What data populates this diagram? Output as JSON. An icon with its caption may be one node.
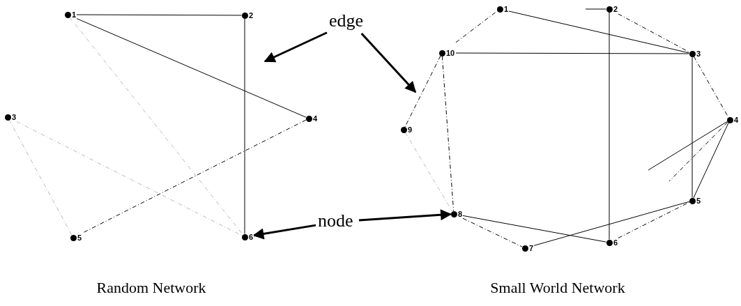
{
  "diagram": {
    "nodes": [
      {
        "text": [
          "1"
        ]
      },
      {
        "text": [
          "2"
        ]
      },
      {
        "text": [
          "3"
        ]
      },
      {
        "text": [
          "4"
        ]
      },
      {
        "text": [
          "5"
        ]
      },
      {
        "text": [
          "6"
        ]
      },
      {
        "text": [
          "1"
        ]
      },
      {
        "text": [
          "2"
        ]
      },
      {
        "text": [
          "3"
        ]
      },
      {
        "text": [
          "4"
        ]
      },
      {
        "text": [
          "5"
        ]
      },
      {
        "text": [
          "6"
        ]
      },
      {
        "text": [
          "7"
        ]
      },
      {
        "text": [
          "8"
        ]
      },
      {
        "text": [
          "9"
        ]
      },
      {
        "text": [
          "10"
        ]
      },
      {
        "text": [
          "edge"
        ]
      },
      {
        "text": [
          "node"
        ]
      }
    ],
    "edges": [
      {
        "from": 0,
        "to": 1,
        "arrow": "none"
      },
      {
        "from": 1,
        "to": 5,
        "arrow": "none"
      },
      {
        "from": 0,
        "to": 3,
        "arrow": "none"
      },
      {
        "from": 3,
        "to": 4,
        "arrow": "none",
        "style": "dashed"
      },
      {
        "from": 2,
        "to": 5,
        "arrow": "none",
        "style": "dashed",
        "color": "#bbbbbb"
      },
      {
        "from": 4,
        "to": 2,
        "arrow": "none",
        "style": "dashed",
        "color": "#bbbbbb"
      },
      {
        "from": 0,
        "to": 5,
        "arrow": "none",
        "style": "dashed",
        "color": "#bbbbbb"
      },
      {
        "from": 15,
        "to": 6,
        "arrow": "none",
        "style": "dashed"
      },
      {
        "from": 6,
        "to": 8,
        "arrow": "none"
      },
      {
        "from": 7,
        "to": 8,
        "arrow": "none",
        "style": "dashed"
      },
      {
        "from": 15,
        "to": 8,
        "arrow": "none"
      },
      {
        "from": 7,
        "to": 11,
        "arrow": "none"
      },
      {
        "from": 8,
        "to": 10,
        "arrow": "none"
      },
      {
        "from": 8,
        "to": 9,
        "arrow": "none",
        "style": "dashed"
      },
      {
        "from": 9,
        "to": 10,
        "arrow": "none"
      },
      {
        "from": 9,
        "to": null,
        "arrow": "none"
      },
      {
        "from": 9,
        "to": null,
        "arrow": "none",
        "style": "dashed"
      },
      {
        "from": 7,
        "to": null,
        "arrow": "none"
      },
      {
        "from": 15,
        "to": 14,
        "arrow": "none",
        "style": "dashed"
      },
      {
        "from": 15,
        "to": 13,
        "arrow": "none",
        "style": "dashed"
      },
      {
        "from": 13,
        "to": 11,
        "arrow": "none"
      },
      {
        "from": 13,
        "to": 12,
        "arrow": "none",
        "style": "dashed"
      },
      {
        "from": 12,
        "to": 10,
        "arrow": "none"
      },
      {
        "from": 11,
        "to": 10,
        "arrow": "none",
        "style": "dashed"
      },
      {
        "from": 14,
        "to": 13,
        "arrow": "none",
        "style": "dashed",
        "color": "#bbbbbb"
      },
      {
        "from": 16,
        "to": null,
        "arrow": "to",
        "style": "thick"
      },
      {
        "from": 16,
        "to": null,
        "arrow": "to",
        "style": "thick"
      },
      {
        "from": 17,
        "to": 5,
        "arrow": "to",
        "style": "thick"
      },
      {
        "from": 17,
        "to": 13,
        "arrow": "to",
        "style": "thick"
      }
    ],
    "labels": [
      "Random Network",
      "Small World Network"
    ]
  }
}
